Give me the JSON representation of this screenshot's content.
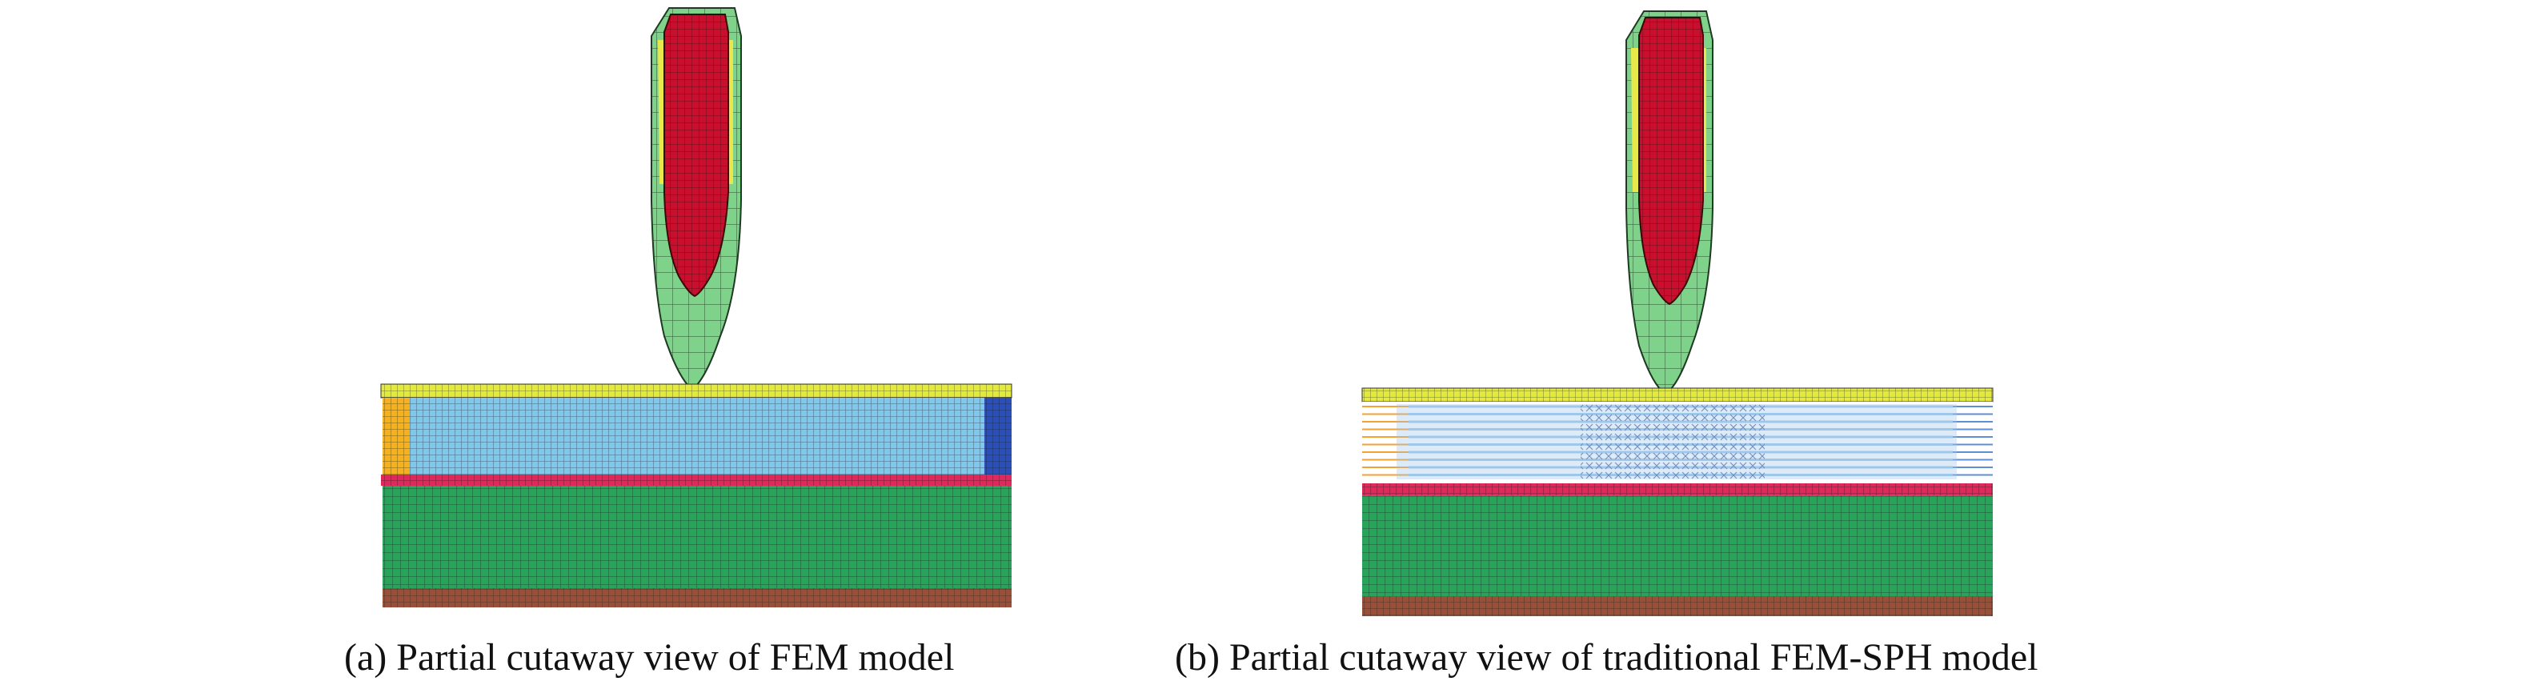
{
  "figure": {
    "panels": [
      {
        "id": "a",
        "caption": "(a) Partial cutaway view of FEM model",
        "target_type": "fem"
      },
      {
        "id": "b",
        "caption": "(b) Partial cutaway view of traditional FEM-SPH model",
        "target_type": "fem-sph"
      }
    ]
  },
  "colors": {
    "projectile_core": "#c8102e",
    "projectile_jacket": "#7fd28a",
    "projectile_sleeve": "#e8e84a",
    "top_plate": "#e3ea3c",
    "ceramic_fem": "#7fc8ec",
    "side_left": "#f5b21c",
    "side_right": "#2b4fb8",
    "interlayer": "#e0285a",
    "backing": "#27a35a",
    "base": "#9a5038",
    "sph_orange": "#f3a233",
    "sph_blue": "#5c8fd6",
    "sph_light": "#9ec7ea",
    "mesh_line": "#1c1c1c"
  }
}
